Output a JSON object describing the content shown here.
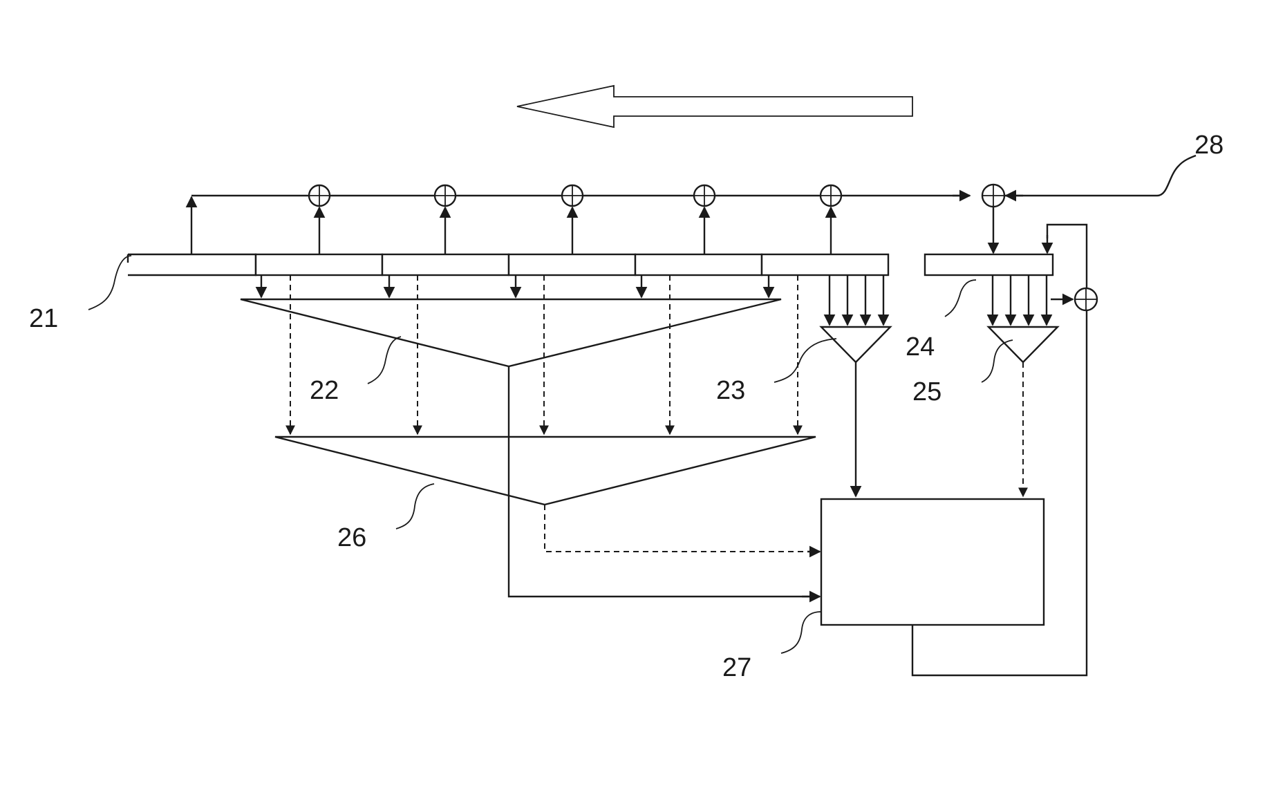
{
  "labels": {
    "l21": "21",
    "l22": "22",
    "l23": "23",
    "l24": "24",
    "l25": "25",
    "l26": "26",
    "l27": "27",
    "l28": "28"
  }
}
